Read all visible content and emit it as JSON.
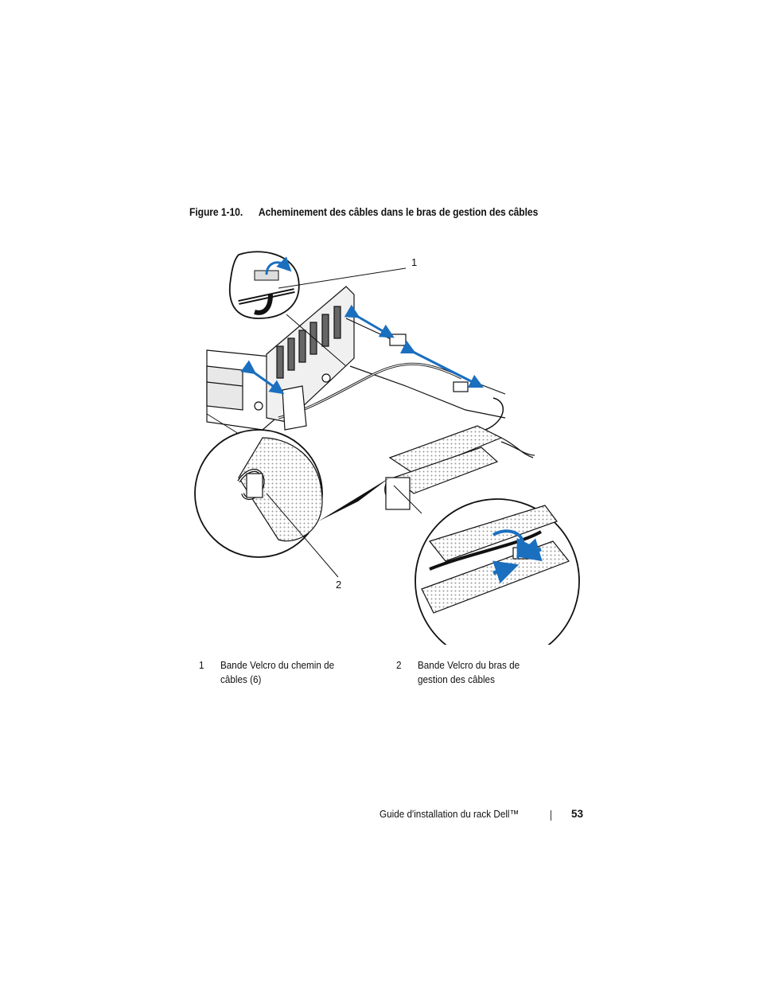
{
  "figure": {
    "number": "Figure 1-10.",
    "title": "Acheminement des câbles dans le bras de gestion des câbles",
    "callouts": [
      "1",
      "2"
    ]
  },
  "legend": [
    {
      "index": "1",
      "text": "Bande Velcro du chemin de câbles (6)"
    },
    {
      "index": "2",
      "text": "Bande Velcro du bras de gestion des câbles"
    }
  ],
  "footer": {
    "title": "Guide d'installation du rack Dell™",
    "page": "53"
  },
  "colors": {
    "arrow": "#1a6fbf",
    "line": "#111111"
  }
}
